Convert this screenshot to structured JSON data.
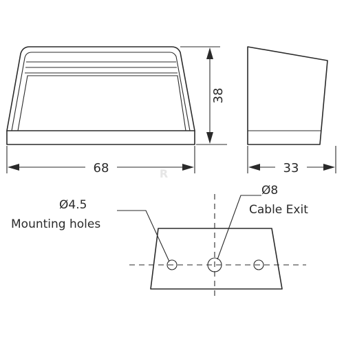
{
  "dimensions": {
    "width": "68",
    "height": "38",
    "depth": "33"
  },
  "labels": {
    "mounting_hole_diameter": "Ø4.5",
    "mounting_holes": "Mounting holes",
    "cable_exit_diameter": "Ø8",
    "cable_exit": "Cable Exit"
  },
  "watermark": "R"
}
